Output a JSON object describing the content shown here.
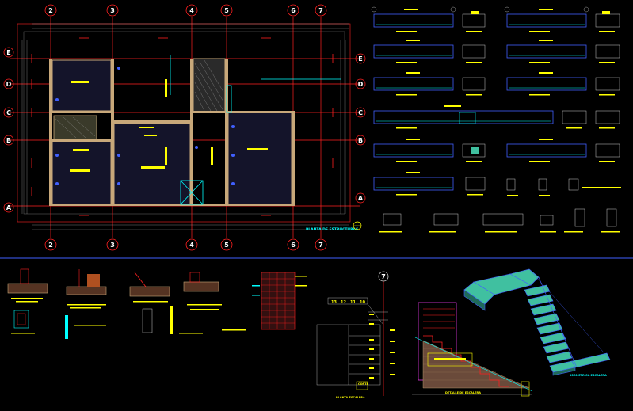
{
  "plan": {
    "title": "PLANTA DE ESTRUCTURAS",
    "grid_columns": [
      "2",
      "3",
      "4",
      "5",
      "6",
      "7"
    ],
    "grid_rows": [
      "E",
      "D",
      "C",
      "B",
      "A"
    ]
  },
  "stair": {
    "grid_label": "7",
    "step_numbers": [
      "13",
      "12",
      "11",
      "10"
    ],
    "plan_label": "PLANTA ESCALERA",
    "section_label": "DETALLE DE ESCALERA",
    "iso_label": "ISOMETRICA ESCALERA",
    "corte_label": "CORTE"
  },
  "colors": {
    "background": "#000000",
    "grid_red": "#ff2020",
    "wall_tan": "#c8a87a",
    "cyan": "#00ffff",
    "yellow": "#ffff00",
    "blue": "#4060ff",
    "green": "#40c0a0",
    "magenta": "#ff40ff"
  }
}
